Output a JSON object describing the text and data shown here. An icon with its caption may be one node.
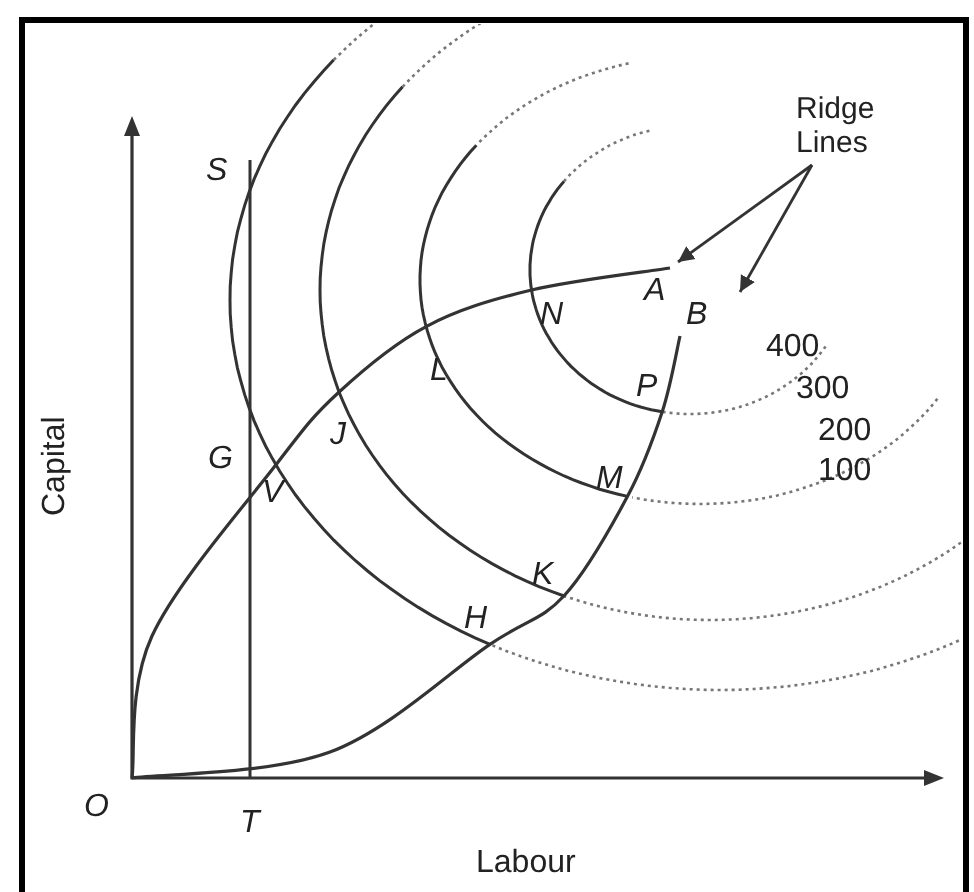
{
  "diagram": {
    "nodes": [
      {
        "text": [
          "Ridge Lines"
        ]
      },
      {
        "text": [],
        "shape": "curve"
      },
      {
        "text": [],
        "shape": "curve"
      }
    ],
    "edges": [
      {
        "from": 0,
        "to": 1,
        "arrow": "to"
      },
      {
        "from": 0,
        "to": 2,
        "arrow": "to"
      }
    ],
    "labels": [
      "S",
      "J",
      "L",
      "N",
      "A",
      "B",
      "400",
      "P",
      "300",
      "200",
      "G",
      "V",
      "100",
      "M",
      "Capital",
      "K",
      "H",
      "O",
      "T",
      "Labour"
    ]
  }
}
